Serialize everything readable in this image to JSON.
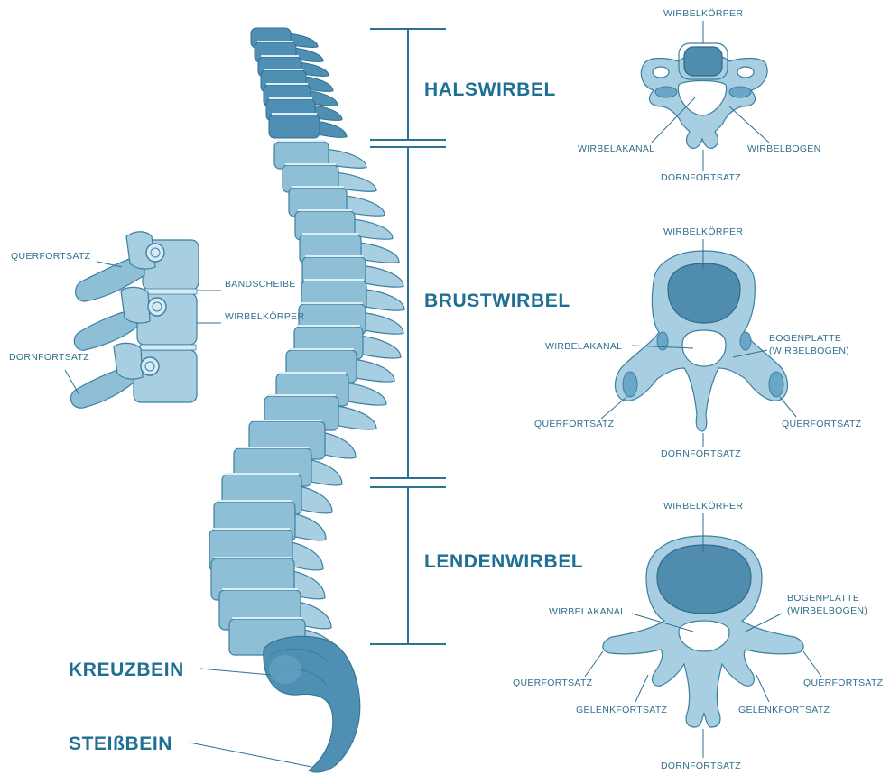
{
  "regions": {
    "hals": "HALSWIRBEL",
    "brust": "BRUSTWIRBEL",
    "lenden": "LENDENWIRBEL",
    "kreuz": "KREUZBEIN",
    "steiss": "STEIßBEIN"
  },
  "side_view": {
    "querfortsatz": "QUERFORTSATZ",
    "bandscheibe": "BANDSCHEIBE",
    "wirbelkoerper": "WIRBELKÖRPER",
    "dornfortsatz": "DORNFORTSATZ"
  },
  "cervical": {
    "wirbelkoerper": "WIRBELKÖRPER",
    "wirbelkanal": "WIRBELAKANAL",
    "wirbelbogen": "WIRBELBOGEN",
    "dornfortsatz": "DORNFORTSATZ"
  },
  "thoracic": {
    "wirbelkoerper": "WIRBELKÖRPER",
    "wirbelkanal": "WIRBELAKANAL",
    "bogenplatte_1": "BOGENPLATTE",
    "bogenplatte_2": "(WIRBELBOGEN)",
    "querfortsatz_left": "QUERFORTSATZ",
    "querfortsatz_right": "QUERFORTSATZ",
    "dornfortsatz": "DORNFORTSATZ"
  },
  "lumbar": {
    "wirbelkoerper": "WIRBELKÖRPER",
    "wirbelkanal": "WIRBELAKANAL",
    "bogenplatte_1": "BOGENPLATTE",
    "bogenplatte_2": "(WIRBELBOGEN)",
    "querfortsatz_left": "QUERFORTSATZ",
    "querfortsatz_right": "QUERFORTSATZ",
    "gelenkfortsatz_left": "GELENKFORTSATZ",
    "gelenkfortsatz_right": "GELENKFORTSATZ",
    "dornfortsatz": "DORNFORTSATZ"
  },
  "colors": {
    "accent": "#1f6f93",
    "bone_light": "#a8cfe1",
    "bone_mid": "#8fbfd6",
    "bone_dark": "#4e8fb3"
  }
}
